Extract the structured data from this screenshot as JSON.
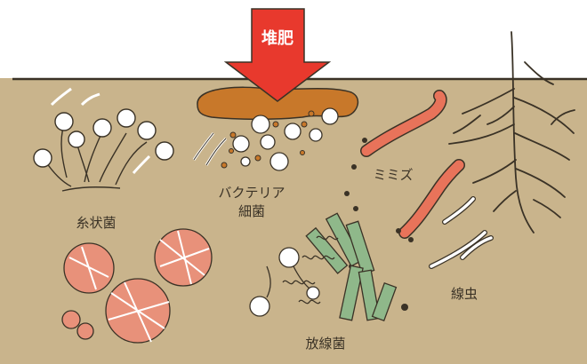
{
  "colors": {
    "soil": "#c9b48c",
    "soil_line": "#3a3226",
    "compost": "#c8782a",
    "arrow": "#e8392d",
    "worm": "#e8735a",
    "actinomycete": "#8fb88a",
    "mold_ball": "#e8917a",
    "roots": "#3a3226"
  },
  "labels": {
    "compost": "堆肥",
    "bacteria_line1": "バクテリア",
    "bacteria_line2": "細菌",
    "earthworm": "ミミズ",
    "mold": "糸状菌",
    "nematode": "線虫",
    "actinomycetes": "放線菌"
  },
  "icons": [
    "arrow-down-icon",
    "earthworm-icon",
    "root-icon",
    "bacteria-icon",
    "mold-icon",
    "nematode-icon",
    "actinomycete-icon"
  ]
}
